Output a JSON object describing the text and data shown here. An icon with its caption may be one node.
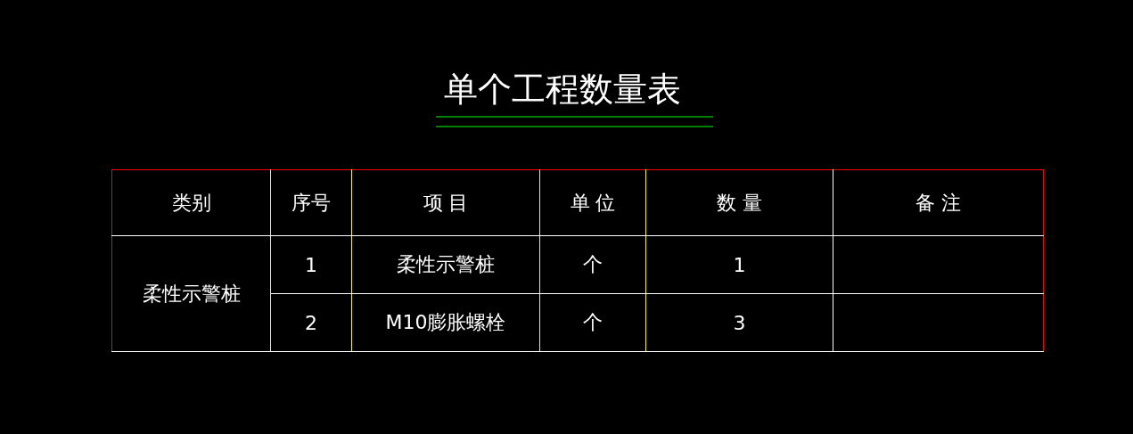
{
  "diagram": {
    "title": "单个工程数量表",
    "labels": [
      "类别",
      "序号",
      "项 目",
      "单 位",
      "数 量",
      "备 注",
      "柔性示警桩",
      "1",
      "柔性示警桩",
      "个",
      "1",
      "2",
      "M10膨胀螺栓",
      "个",
      "3"
    ]
  }
}
